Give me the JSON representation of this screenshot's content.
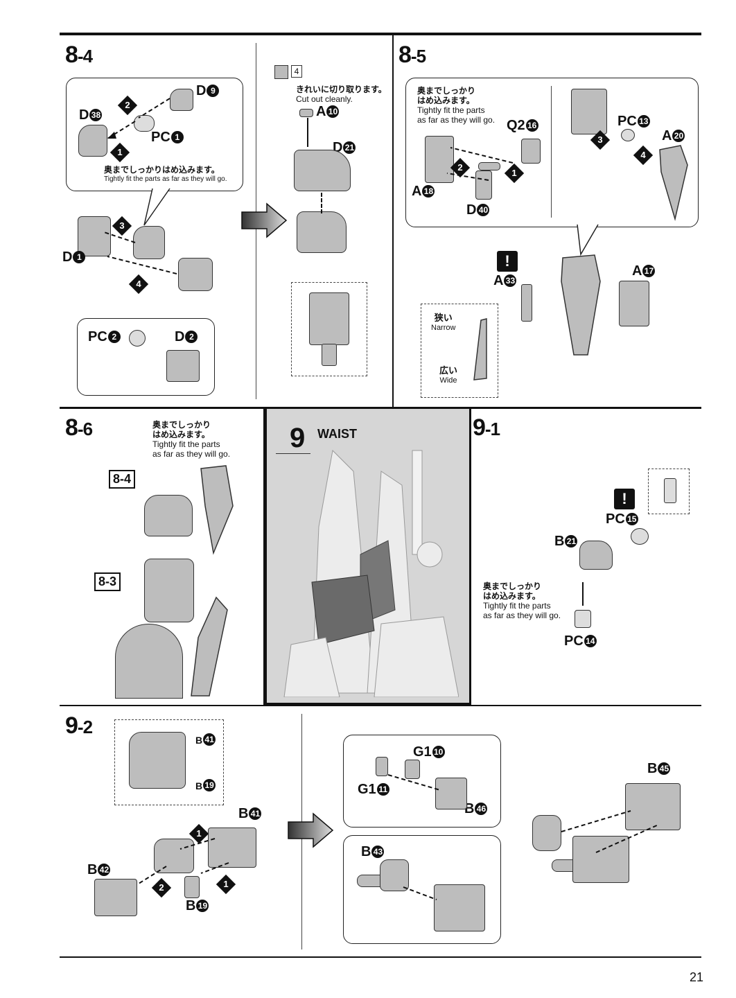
{
  "steps": {
    "s84": {
      "num": "8",
      "sub": "-4"
    },
    "s85": {
      "num": "8",
      "sub": "-5"
    },
    "s86": {
      "num": "8",
      "sub": "-6"
    },
    "s9": {
      "num": "9",
      "title": "WAIST"
    },
    "s91": {
      "num": "9",
      "sub": "-1"
    },
    "s92": {
      "num": "9",
      "sub": "-2"
    }
  },
  "notes": {
    "fit_ja_1": "奥までしっかりはめ込みます。",
    "fit_en_1": "Tightly fit the parts as far as they will go.",
    "fit_ja_2a": "奥までしっかり",
    "fit_ja_2b": "はめ込みます。",
    "fit_en_2a": "Tightly fit the parts",
    "fit_en_2b": "as far as they will go.",
    "cut_ja": "きれいに切り取ります。",
    "cut_en": "Cut out cleanly.",
    "narrow_ja": "狭い",
    "narrow_en": "Narrow",
    "wide_ja": "広い",
    "wide_en": "Wide",
    "tool_num": "4"
  },
  "parts": {
    "D9": {
      "l": "D",
      "n": "9"
    },
    "D38": {
      "l": "D",
      "n": "38"
    },
    "PC1": {
      "l": "PC",
      "n": "1"
    },
    "D1": {
      "l": "D",
      "n": "1"
    },
    "PC2": {
      "l": "PC",
      "n": "2"
    },
    "D2": {
      "l": "D",
      "n": "2"
    },
    "A10": {
      "l": "A",
      "n": "10"
    },
    "D21": {
      "l": "D",
      "n": "21"
    },
    "Q216": {
      "l": "Q2",
      "n": "16"
    },
    "PC13": {
      "l": "PC",
      "n": "13"
    },
    "A20": {
      "l": "A",
      "n": "20"
    },
    "A18": {
      "l": "A",
      "n": "18"
    },
    "D40": {
      "l": "D",
      "n": "40"
    },
    "A33": {
      "l": "A",
      "n": "33"
    },
    "A17": {
      "l": "A",
      "n": "17"
    },
    "PC15": {
      "l": "PC",
      "n": "15"
    },
    "B21": {
      "l": "B",
      "n": "21"
    },
    "PC14": {
      "l": "PC",
      "n": "14"
    },
    "B41": {
      "l": "B",
      "n": "41"
    },
    "B19": {
      "l": "B",
      "n": "19"
    },
    "B42": {
      "l": "B",
      "n": "42"
    },
    "G110": {
      "l": "G1",
      "n": "10"
    },
    "G111": {
      "l": "G1",
      "n": "11"
    },
    "B46": {
      "l": "B",
      "n": "46"
    },
    "B45": {
      "l": "B",
      "n": "45"
    },
    "B43": {
      "l": "B",
      "n": "43"
    }
  },
  "seq": {
    "n1": "1",
    "n2": "2",
    "n3": "3",
    "n4": "4"
  },
  "refs": {
    "r84": "8-4",
    "r83": "8-3"
  },
  "warn_mark": "!",
  "page_number": "21"
}
